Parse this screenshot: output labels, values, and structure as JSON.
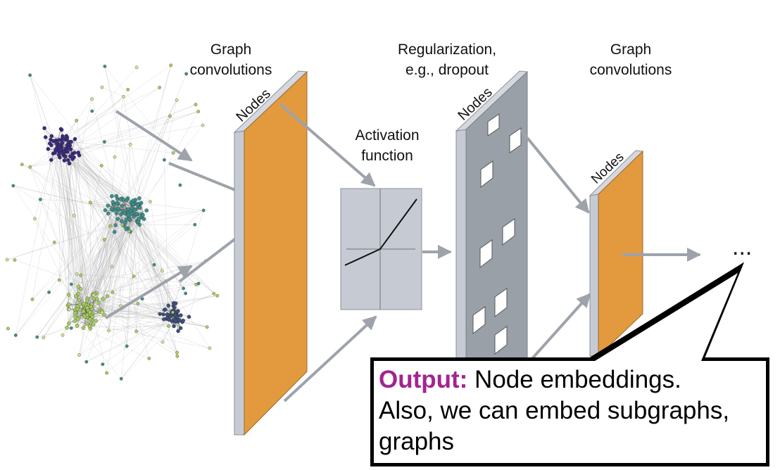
{
  "labels": {
    "graph_conv_1": "Graph\nconvolutions",
    "activation": "Activation\nfunction",
    "regularization": "Regularization,\ne.g., dropout",
    "graph_conv_2": "Graph\nconvolutions",
    "nodes": "Nodes",
    "ellipsis": "..."
  },
  "callout": {
    "keyword": "Output:",
    "line1": " Node embeddings.",
    "line2": "Also, we can embed subgraphs,",
    "line3": "graphs"
  },
  "colors": {
    "layer_fill": "#e39a3f",
    "layer_side": "#c6cad3",
    "dropout_fill": "#9aa0a8",
    "activation_fill": "#c6cbd3",
    "arrow": "#9ea3ab",
    "keyword": "#a3248f",
    "cluster_purple": "#3b2a7e",
    "cluster_teal": "#3d8f8a",
    "cluster_green": "#a8cc5e",
    "cluster_navy": "#3e4f7a"
  }
}
